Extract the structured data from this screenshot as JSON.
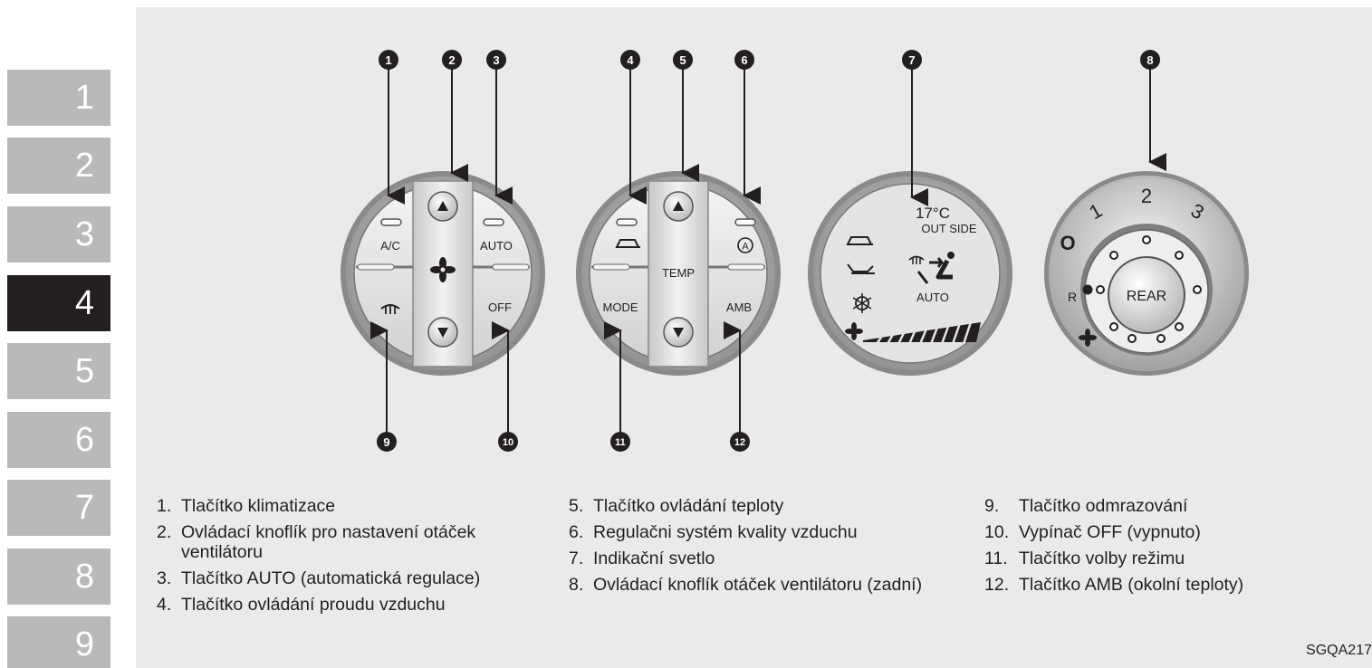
{
  "chapter_tabs": [
    {
      "label": "1",
      "active": false
    },
    {
      "label": "2",
      "active": false
    },
    {
      "label": "3",
      "active": false
    },
    {
      "label": "4",
      "active": true
    },
    {
      "label": "5",
      "active": false
    },
    {
      "label": "6",
      "active": false
    },
    {
      "label": "7",
      "active": false
    },
    {
      "label": "8",
      "active": false
    },
    {
      "label": "9",
      "active": false
    }
  ],
  "callouts": {
    "n1": "1",
    "n2": "2",
    "n3": "3",
    "n4": "4",
    "n5": "5",
    "n6": "6",
    "n7": "7",
    "n8": "8",
    "n9": "9",
    "n10": "10",
    "n11": "11",
    "n12": "12"
  },
  "panel_left": {
    "ac_label": "A/C",
    "auto_label": "AUTO",
    "off_label": "OFF"
  },
  "panel_middle": {
    "temp_label": "TEMP",
    "mode_label": "MODE",
    "amb_label": "AMB"
  },
  "display": {
    "temperature": "17°C",
    "outside_label": "OUT SIDE",
    "auto_label": "AUTO"
  },
  "rear_knob": {
    "off_mark": "O",
    "speed_1": "1",
    "speed_2": "2",
    "speed_3": "3",
    "rear_label": "REAR",
    "r_label": "R"
  },
  "captions": {
    "col1": [
      {
        "num": "1.",
        "text": "Tlačítko klimatizace"
      },
      {
        "num": "2.",
        "text": "Ovládací knoflík pro nastavení otáček ventilátoru"
      },
      {
        "num": "3.",
        "text": "Tlačítko AUTO (automatická regulace)"
      },
      {
        "num": "4.",
        "text": "Tlačítko ovládání proudu vzduchu"
      }
    ],
    "col2": [
      {
        "num": "5.",
        "text": "Tlačítko ovládání teploty"
      },
      {
        "num": "6.",
        "text": "Regulačni systém kvality vzduchu"
      },
      {
        "num": "7.",
        "text": "Indikační svetlo"
      },
      {
        "num": "8.",
        "text": "Ovládací knoflík otáček ventilátoru (zadní)"
      }
    ],
    "col3": [
      {
        "num": "9.",
        "text": "Tlačítko odmrazování"
      },
      {
        "num": "10.",
        "text": "Vypínač OFF (vypnuto)"
      },
      {
        "num": "11.",
        "text": "Tlačítko volby režimu"
      },
      {
        "num": "12.",
        "text": "Tlačítko AMB (okolní teploty)"
      }
    ]
  },
  "reference_code": "SGQA217",
  "icons": [
    "fan-icon",
    "defrost-icon",
    "arrow-up-icon",
    "arrow-down-icon",
    "air-recirculation-icon",
    "snowflake-icon",
    "seat-icon",
    "vent-icon"
  ],
  "colors": {
    "tab_gray": "#b9b9b9",
    "tab_active": "#231f20",
    "panel_bg": "#eaeaea",
    "ink": "#231f20"
  }
}
